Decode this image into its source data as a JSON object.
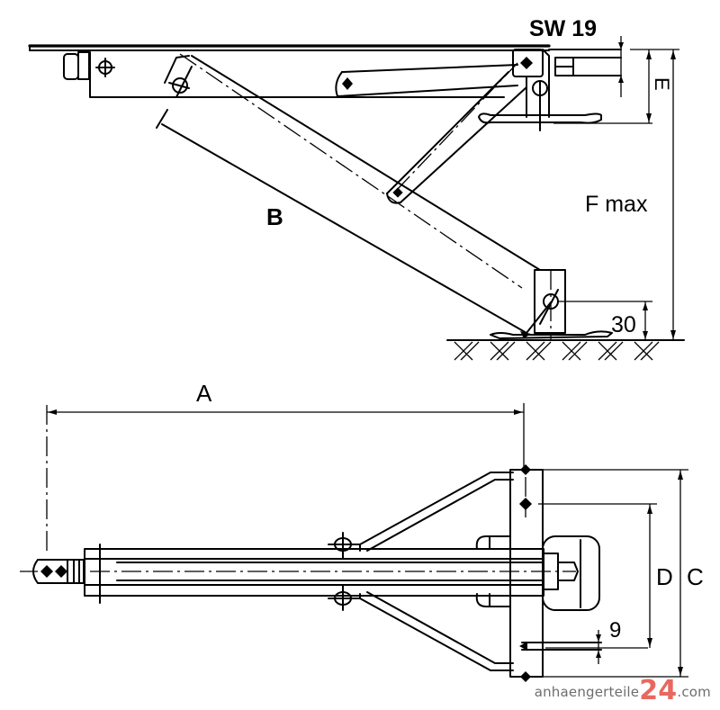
{
  "diagram": {
    "title": "Trailer support leg / stabiliser dimension drawing",
    "views": [
      "side-view",
      "top-view"
    ],
    "labels": {
      "sw": "SW 19",
      "e": "E",
      "f_max": "F max",
      "b": "B",
      "ground_clearance": "30",
      "a": "A",
      "d": "D",
      "c": "C",
      "hole": "9"
    }
  },
  "watermark": {
    "prefix": "anhaengerteile",
    "number": "24",
    "suffix": ".com",
    "prefix_color": "#6d6d6d",
    "number_color": "#e8685f"
  }
}
